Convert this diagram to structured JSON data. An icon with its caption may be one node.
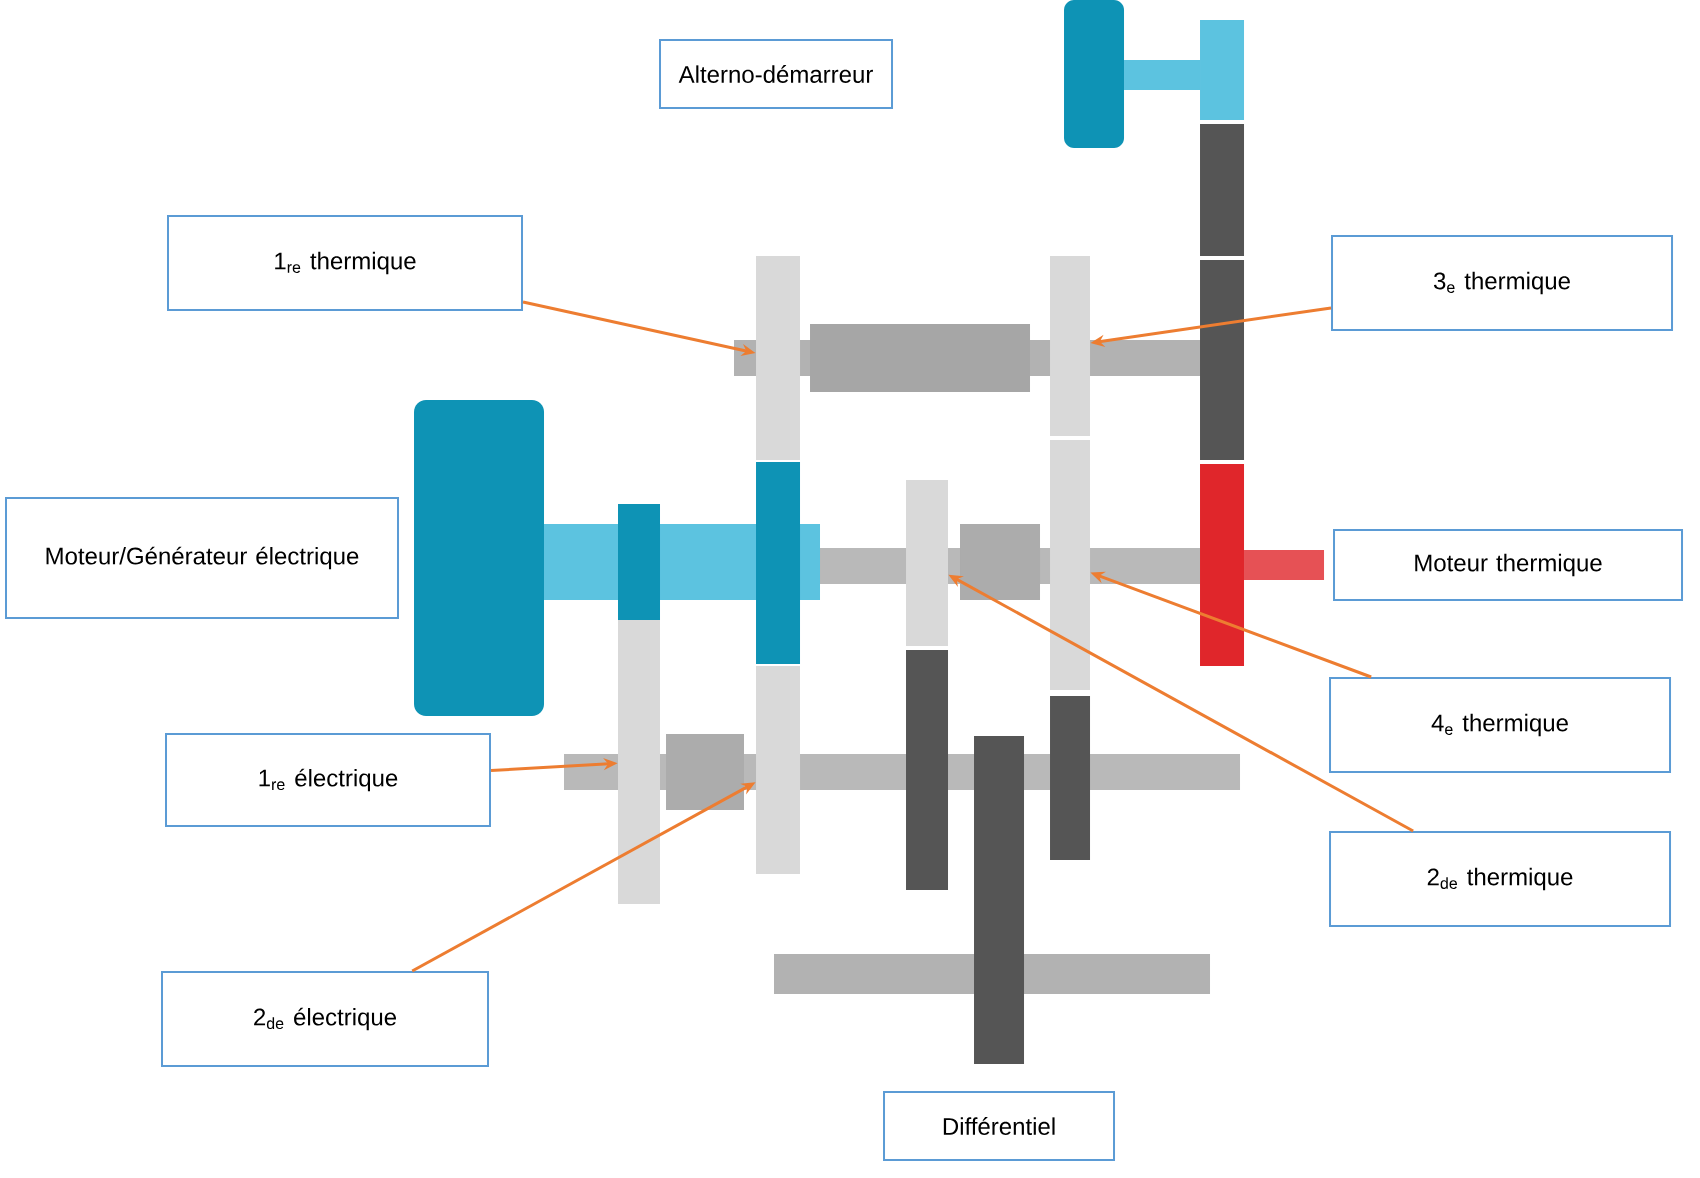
{
  "diagram": {
    "nodes": [
      {
        "text": [
          "Alterno-démarreur"
        ]
      },
      {
        "text": [
          "1$_{re}$ thermique"
        ]
      },
      {
        "text": [
          "3$_{e}$ thermique"
        ]
      },
      {
        "text": [
          "Moteur/Générateur électrique"
        ]
      },
      {
        "text": [
          "Moteur thermique"
        ]
      },
      {
        "text": [
          "4$_{e}$ thermique"
        ]
      },
      {
        "text": [
          "1$_{re}$ électrique"
        ]
      },
      {
        "text": [
          "2$_{de}$ thermique"
        ]
      },
      {
        "text": [
          "2$_{de}$ électrique"
        ]
      },
      {
        "text": [
          "Différentiel"
        ]
      },
      {
        "text": [],
        "shape": "bar"
      },
      {
        "text": [],
        "shape": "bar"
      },
      {
        "text": [],
        "shape": "bar"
      },
      {
        "text": [],
        "shape": "bar"
      },
      {
        "text": [],
        "shape": "bar"
      },
      {
        "text": [],
        "shape": "bar"
      }
    ],
    "edges": [
      {
        "from": 1,
        "to": 10,
        "arrow": "to"
      },
      {
        "from": 2,
        "to": 14,
        "arrow": "to"
      },
      {
        "from": 5,
        "to": 15,
        "arrow": "to"
      },
      {
        "from": 7,
        "to": 13,
        "arrow": "to"
      },
      {
        "from": 6,
        "to": 11,
        "arrow": "to"
      },
      {
        "from": 8,
        "to": 12,
        "arrow": "to"
      }
    ]
  }
}
